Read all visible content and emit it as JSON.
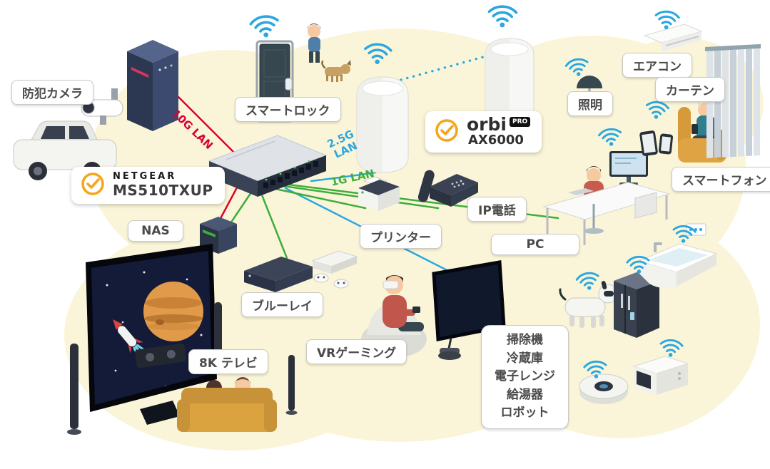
{
  "lan": {
    "g10": "10G LAN",
    "g25": "2.5G LAN",
    "g1": "1G LAN"
  },
  "badges": {
    "switch": {
      "brand": "NETGEAR",
      "model": "MS510TXUP"
    },
    "router": {
      "brand": "orbi",
      "tag": "PRO",
      "model": "AX6000"
    }
  },
  "labels": {
    "security_camera": "防犯カメラ",
    "smart_lock": "スマートロック",
    "aircon": "エアコン",
    "lighting": "照明",
    "curtain": "カーテン",
    "smartphone": "スマートフォン",
    "ip_phone": "IP電話",
    "printer": "プリンター",
    "pc": "PC",
    "nas": "NAS",
    "bluray": "ブルーレイ",
    "tv8k": "8K テレビ",
    "vr": "VRゲーミング"
  },
  "appliances": [
    "掃除機",
    "冷蔵庫",
    "電子レンジ",
    "給湯器",
    "ロボット"
  ],
  "colors": {
    "lan_10g": "#dc0032",
    "lan_25g": "#2aa7e0",
    "lan_1g": "#3cae3c",
    "wifi": "#2aa7e0",
    "brand_orange": "#f5a61e",
    "blob": "#faf5d8"
  }
}
